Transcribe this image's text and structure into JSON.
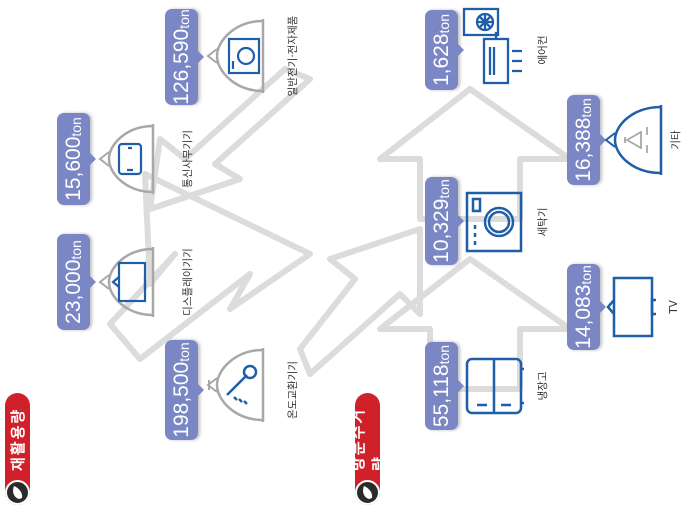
{
  "colors": {
    "badge_red": "#d0202a",
    "pill": "#7b86c4",
    "icon_blue": "#1f5ea8",
    "bag_gray": "#a8a8a8",
    "arrow_gray": "#dcdcdc"
  },
  "recycling": {
    "badge_label": "재활용량",
    "items": [
      {
        "value": "198,500",
        "unit": "ton",
        "label": "온도교환기기",
        "icon": "thermometer-icon"
      },
      {
        "value": "23,000",
        "unit": "ton",
        "label": "디스플레이기기",
        "icon": "monitor-icon"
      },
      {
        "value": "15,600",
        "unit": "ton",
        "label": "통신사무기기",
        "icon": "smartphone-icon"
      },
      {
        "value": "126,590",
        "unit": "ton",
        "label": "일반전기·전자제품",
        "icon": "appliance-icon"
      }
    ]
  },
  "collection": {
    "badge_label": "방문수거량",
    "items": [
      {
        "value": "55,118",
        "unit": "ton",
        "label": "냉장고",
        "icon": "refrigerator-icon"
      },
      {
        "value": "10,329",
        "unit": "ton",
        "label": "세탁기",
        "icon": "washing-machine-icon"
      },
      {
        "value": "1,628",
        "unit": "ton",
        "label": "에어컨",
        "icon": "air-conditioner-icon"
      },
      {
        "value": "14,083",
        "unit": "ton",
        "label": "TV",
        "icon": "tv-icon"
      },
      {
        "value": "16,388",
        "unit": "ton",
        "label": "기타",
        "icon": "recycle-icon"
      }
    ]
  }
}
